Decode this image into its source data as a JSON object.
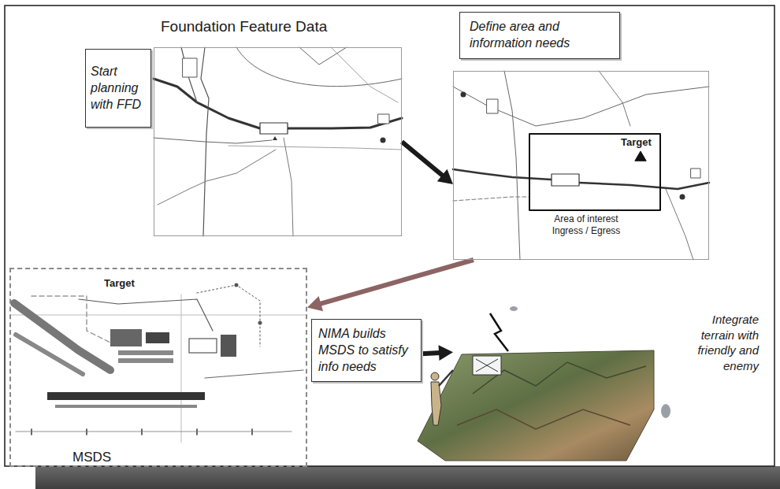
{
  "diagram": {
    "nodes": [
      {
        "text": [
          "Foundation Feature Data"
        ]
      },
      {
        "text": [
          "Start planning with FFD"
        ]
      },
      {
        "text": [
          "Define area and information needs"
        ]
      },
      {
        "text": [
          "Target",
          "Area of interest Ingress / Egress"
        ]
      },
      {
        "text": [
          "Target",
          "MSDS"
        ]
      },
      {
        "text": [
          "NIMA builds MSDS to satisfy info needs"
        ]
      },
      {
        "text": [
          "Integrate terrain with friendly and enemy"
        ]
      }
    ],
    "edges": [
      {
        "from": 0,
        "to": 3,
        "arrow": "to"
      },
      {
        "from": 3,
        "to": 4,
        "arrow": "to"
      },
      {
        "from": 5,
        "to": 6,
        "arrow": "to"
      }
    ]
  }
}
